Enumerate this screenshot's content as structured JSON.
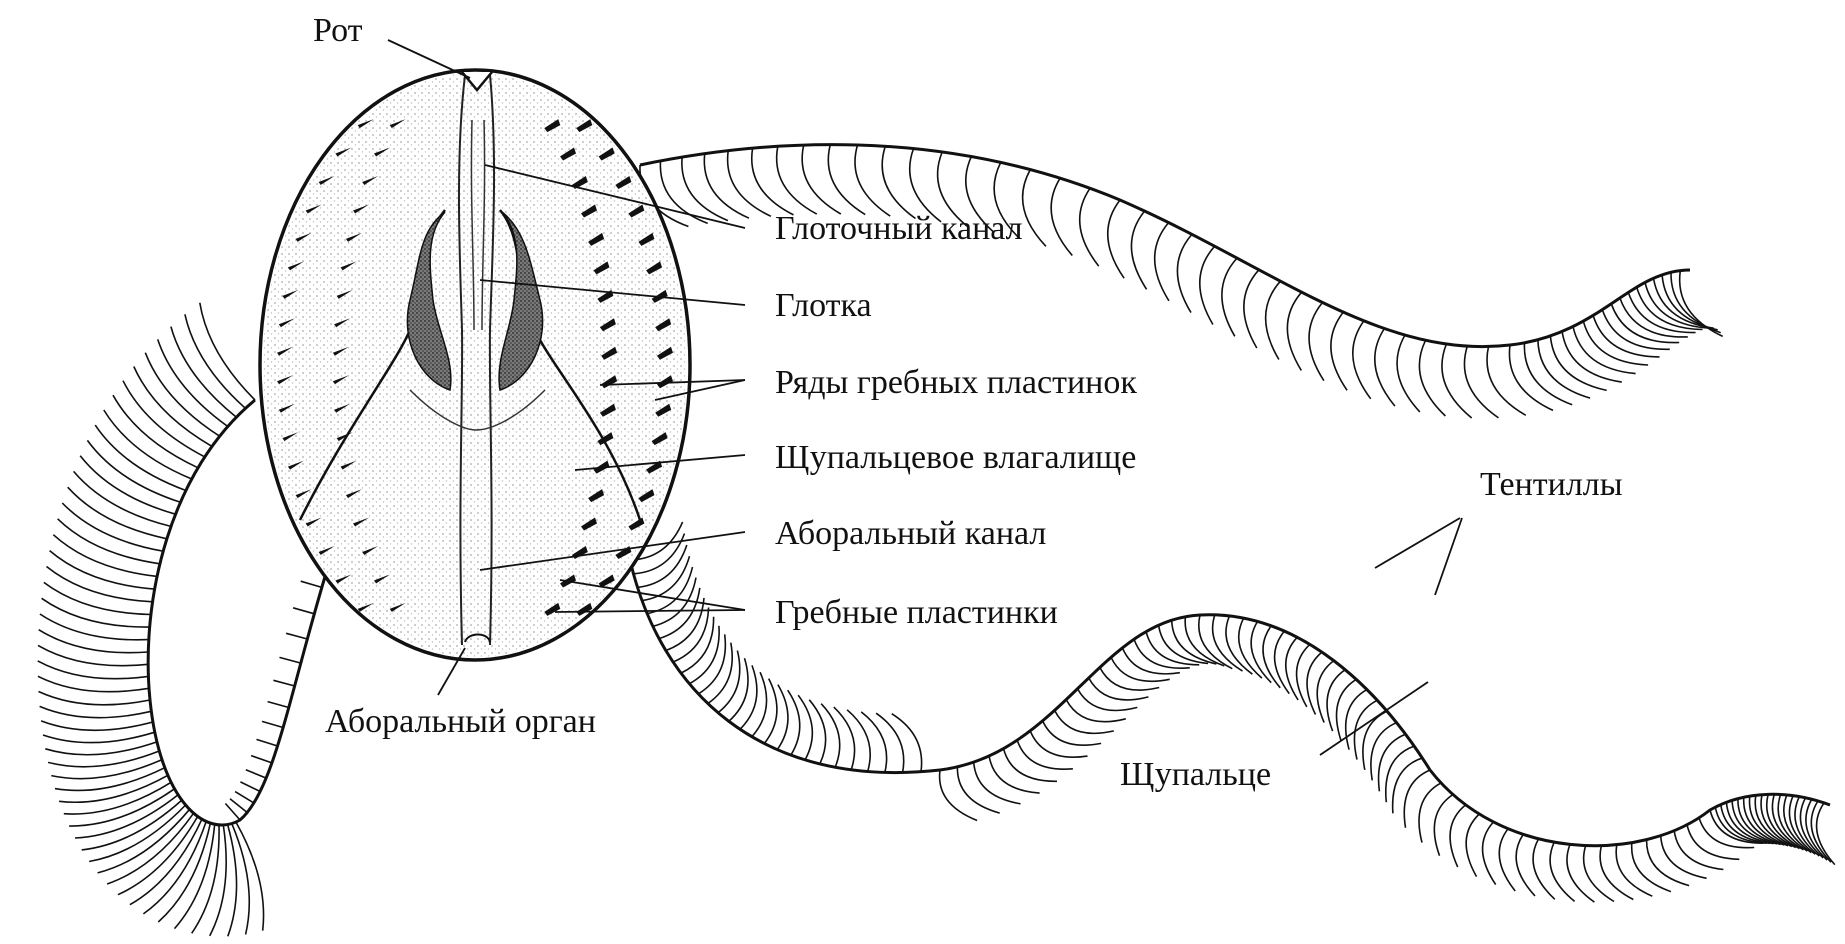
{
  "colors": {
    "ink": "#111111",
    "paper": "#ffffff",
    "stipple": "#555555"
  },
  "labels": {
    "mouth": "Рот",
    "pharyngeal_canal": "Глоточный канал",
    "pharynx": "Глотка",
    "comb_rows": "Ряды гребных пластинок",
    "tentacle_sheath": "Щупальцевое влагалище",
    "aboral_canal": "Аборальный канал",
    "comb_plates": "Гребные пластинки",
    "aboral_organ": "Аборальный орган",
    "tentilla": "Тентиллы",
    "tentacle": "Щупальце"
  }
}
